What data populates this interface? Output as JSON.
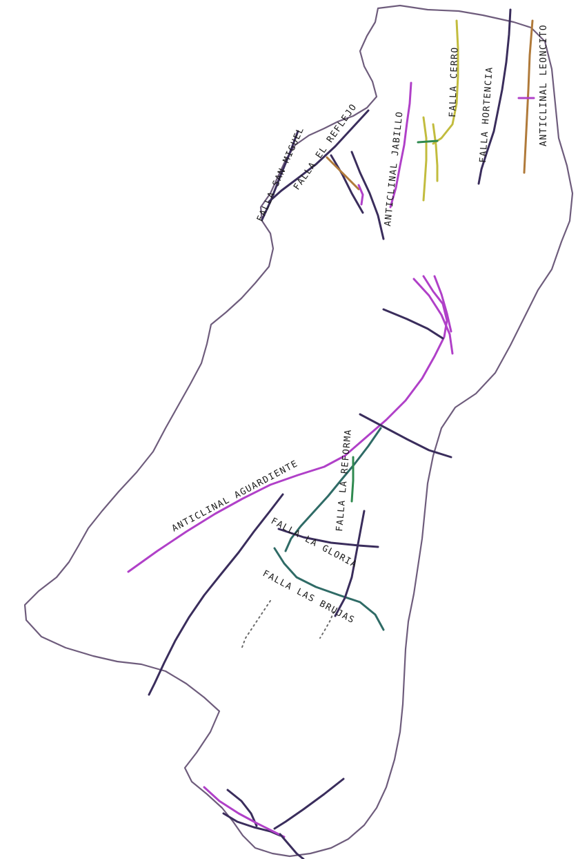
{
  "labels": {
    "falla_san_miguel": "FALLA SAN MIGUEL",
    "falla_el_reflejo": "FALLA EL REFLEJO",
    "anticlinal_jabillo": "ANTICLINAL JABILLO",
    "falla_cerro": "FALLA CERRO",
    "falla_hortencia": "FALLA HORTENCIA",
    "anticlinal_leoncito": "ANTICLINAL LEONCITO",
    "anticlinal_aguardiente": "ANTICLINAL AGUARDIENTE",
    "falla_la_reforma": "FALLA LA REFORMA",
    "falla_la_gloria": "FALLA LA GLORIA",
    "falla_las_brujas": "FALLA LAS BRUJAS"
  },
  "colors": {
    "boundary": "#6e5c7c",
    "anticline": "#b040c8",
    "fault_dark": "#3a2d5c",
    "fault_teal": "#2f6b66",
    "fault_yellow": "#c2bc3e",
    "fault_green": "#2f8a4f",
    "fault_brown": "#b07a3a"
  }
}
